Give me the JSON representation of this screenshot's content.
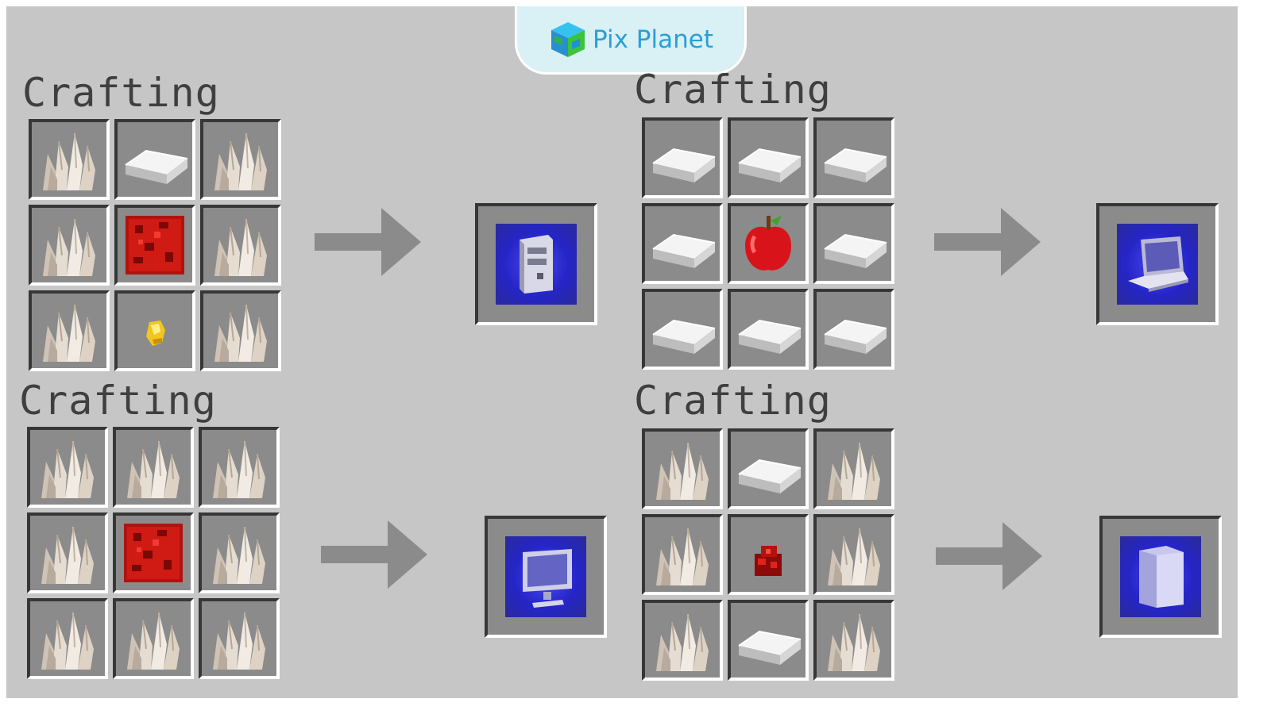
{
  "brand": {
    "name": "Pix Planet",
    "logo_icon": "pix-planet-cube-icon"
  },
  "recipes": [
    {
      "title": "Crafting",
      "grid": [
        "quartz-crystal",
        "iron-ingot",
        "quartz-crystal",
        "quartz-crystal",
        "redstone-block",
        "quartz-crystal",
        "quartz-crystal",
        "gold-nugget",
        "quartz-crystal"
      ],
      "result": "computer-case-icon"
    },
    {
      "title": "Crafting",
      "grid": [
        "iron-ingot",
        "iron-ingot",
        "iron-ingot",
        "iron-ingot",
        "red-apple",
        "iron-ingot",
        "iron-ingot",
        "iron-ingot",
        "iron-ingot"
      ],
      "result": "laptop-icon"
    },
    {
      "title": "Crafting",
      "grid": [
        "quartz-crystal",
        "quartz-crystal",
        "quartz-crystal",
        "quartz-crystal",
        "redstone-block",
        "quartz-crystal",
        "quartz-crystal",
        "quartz-crystal",
        "quartz-crystal"
      ],
      "result": "monitor-icon"
    },
    {
      "title": "Crafting",
      "grid": [
        "quartz-crystal",
        "iron-ingot",
        "quartz-crystal",
        "quartz-crystal",
        "redstone-dust",
        "quartz-crystal",
        "quartz-crystal",
        "iron-ingot",
        "quartz-crystal"
      ],
      "result": "glass-panel-icon"
    }
  ],
  "colors": {
    "background": "#c6c6c6",
    "slot": "#8b8b8b",
    "arrow": "#8b8b8b",
    "title_text": "#3f3f3f",
    "brand_text": "#2a9fd6",
    "result_glow": "#2a2ad0"
  }
}
